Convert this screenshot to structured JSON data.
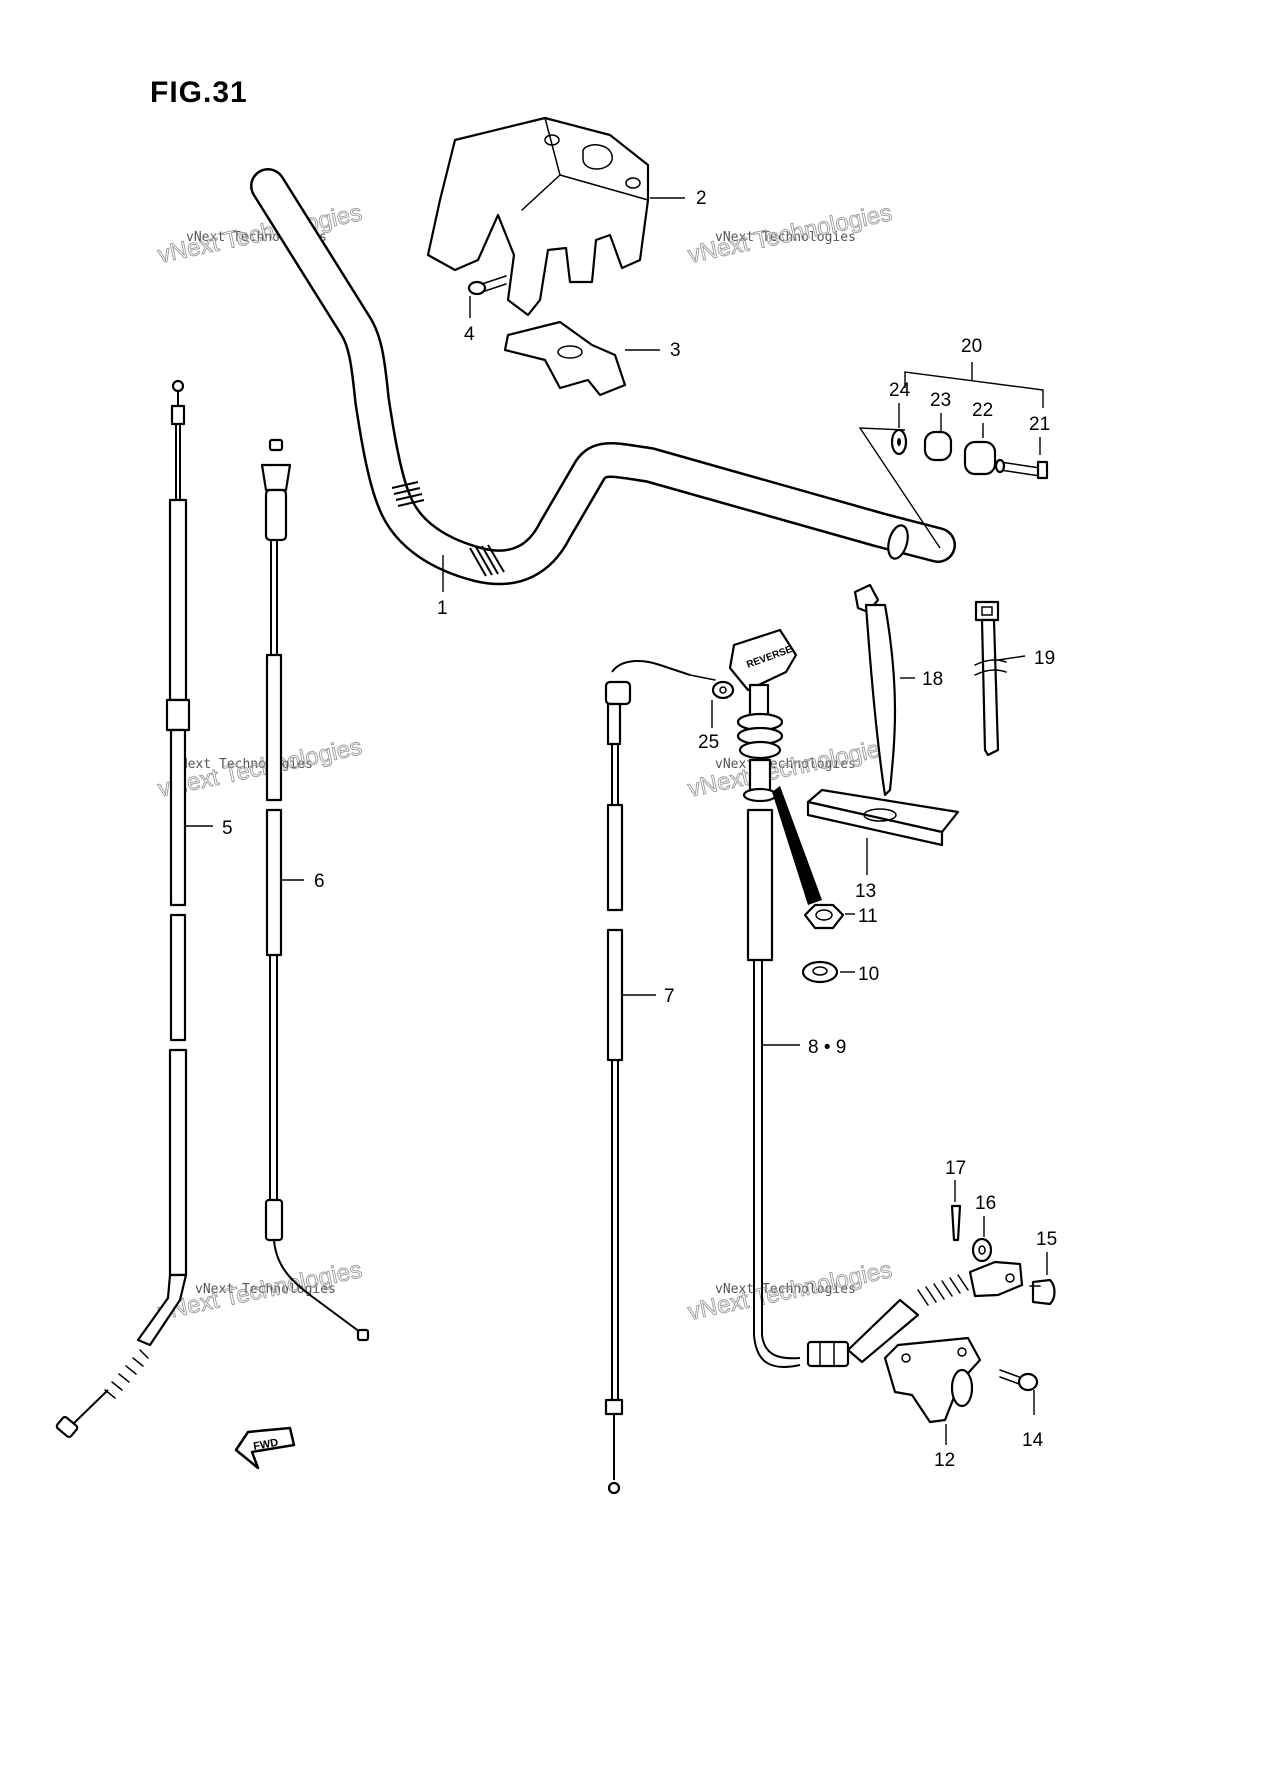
{
  "figure": {
    "title": "FIG.31"
  },
  "watermark": {
    "small": "vNext Technologies",
    "big": "vNext Technologies"
  },
  "fwd_label": "FWD",
  "knob_label": "REVERSE",
  "callouts": {
    "c1": "1",
    "c2": "2",
    "c3": "3",
    "c4": "4",
    "c5": "5",
    "c6": "6",
    "c7": "7",
    "c89": "8 • 9",
    "c10": "10",
    "c11": "11",
    "c12": "12",
    "c13": "13",
    "c14": "14",
    "c15": "15",
    "c16": "16",
    "c17": "17",
    "c18": "18",
    "c19": "19",
    "c20": "20",
    "c21": "21",
    "c22": "22",
    "c23": "23",
    "c24": "24",
    "c25": "25"
  }
}
